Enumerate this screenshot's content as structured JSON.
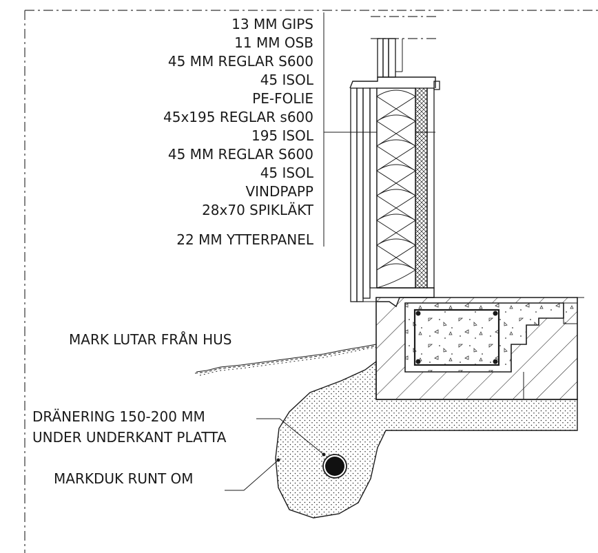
{
  "layers": [
    "13 MM GIPS",
    "11 MM OSB",
    "45 MM REGLAR S600",
    "45 ISOL",
    "PE-FOLIE",
    "45x195 REGLAR s600",
    "195 ISOL",
    "45 MM REGLAR S600",
    "45 ISOL",
    "VINDPAPP",
    "28x70 SPIKLÄKT",
    "22 MM YTTERPANEL"
  ],
  "notes": {
    "slope": "MARK LUTAR FRÅN HUS",
    "drain_line1": "DRÄNERING 150-200 MM",
    "drain_line2": "UNDER UNDERKANT PLATTA",
    "fabric": "MARKDUK RUNT OM"
  },
  "colors": {
    "line": "#1a1a1a",
    "background": "#ffffff"
  }
}
